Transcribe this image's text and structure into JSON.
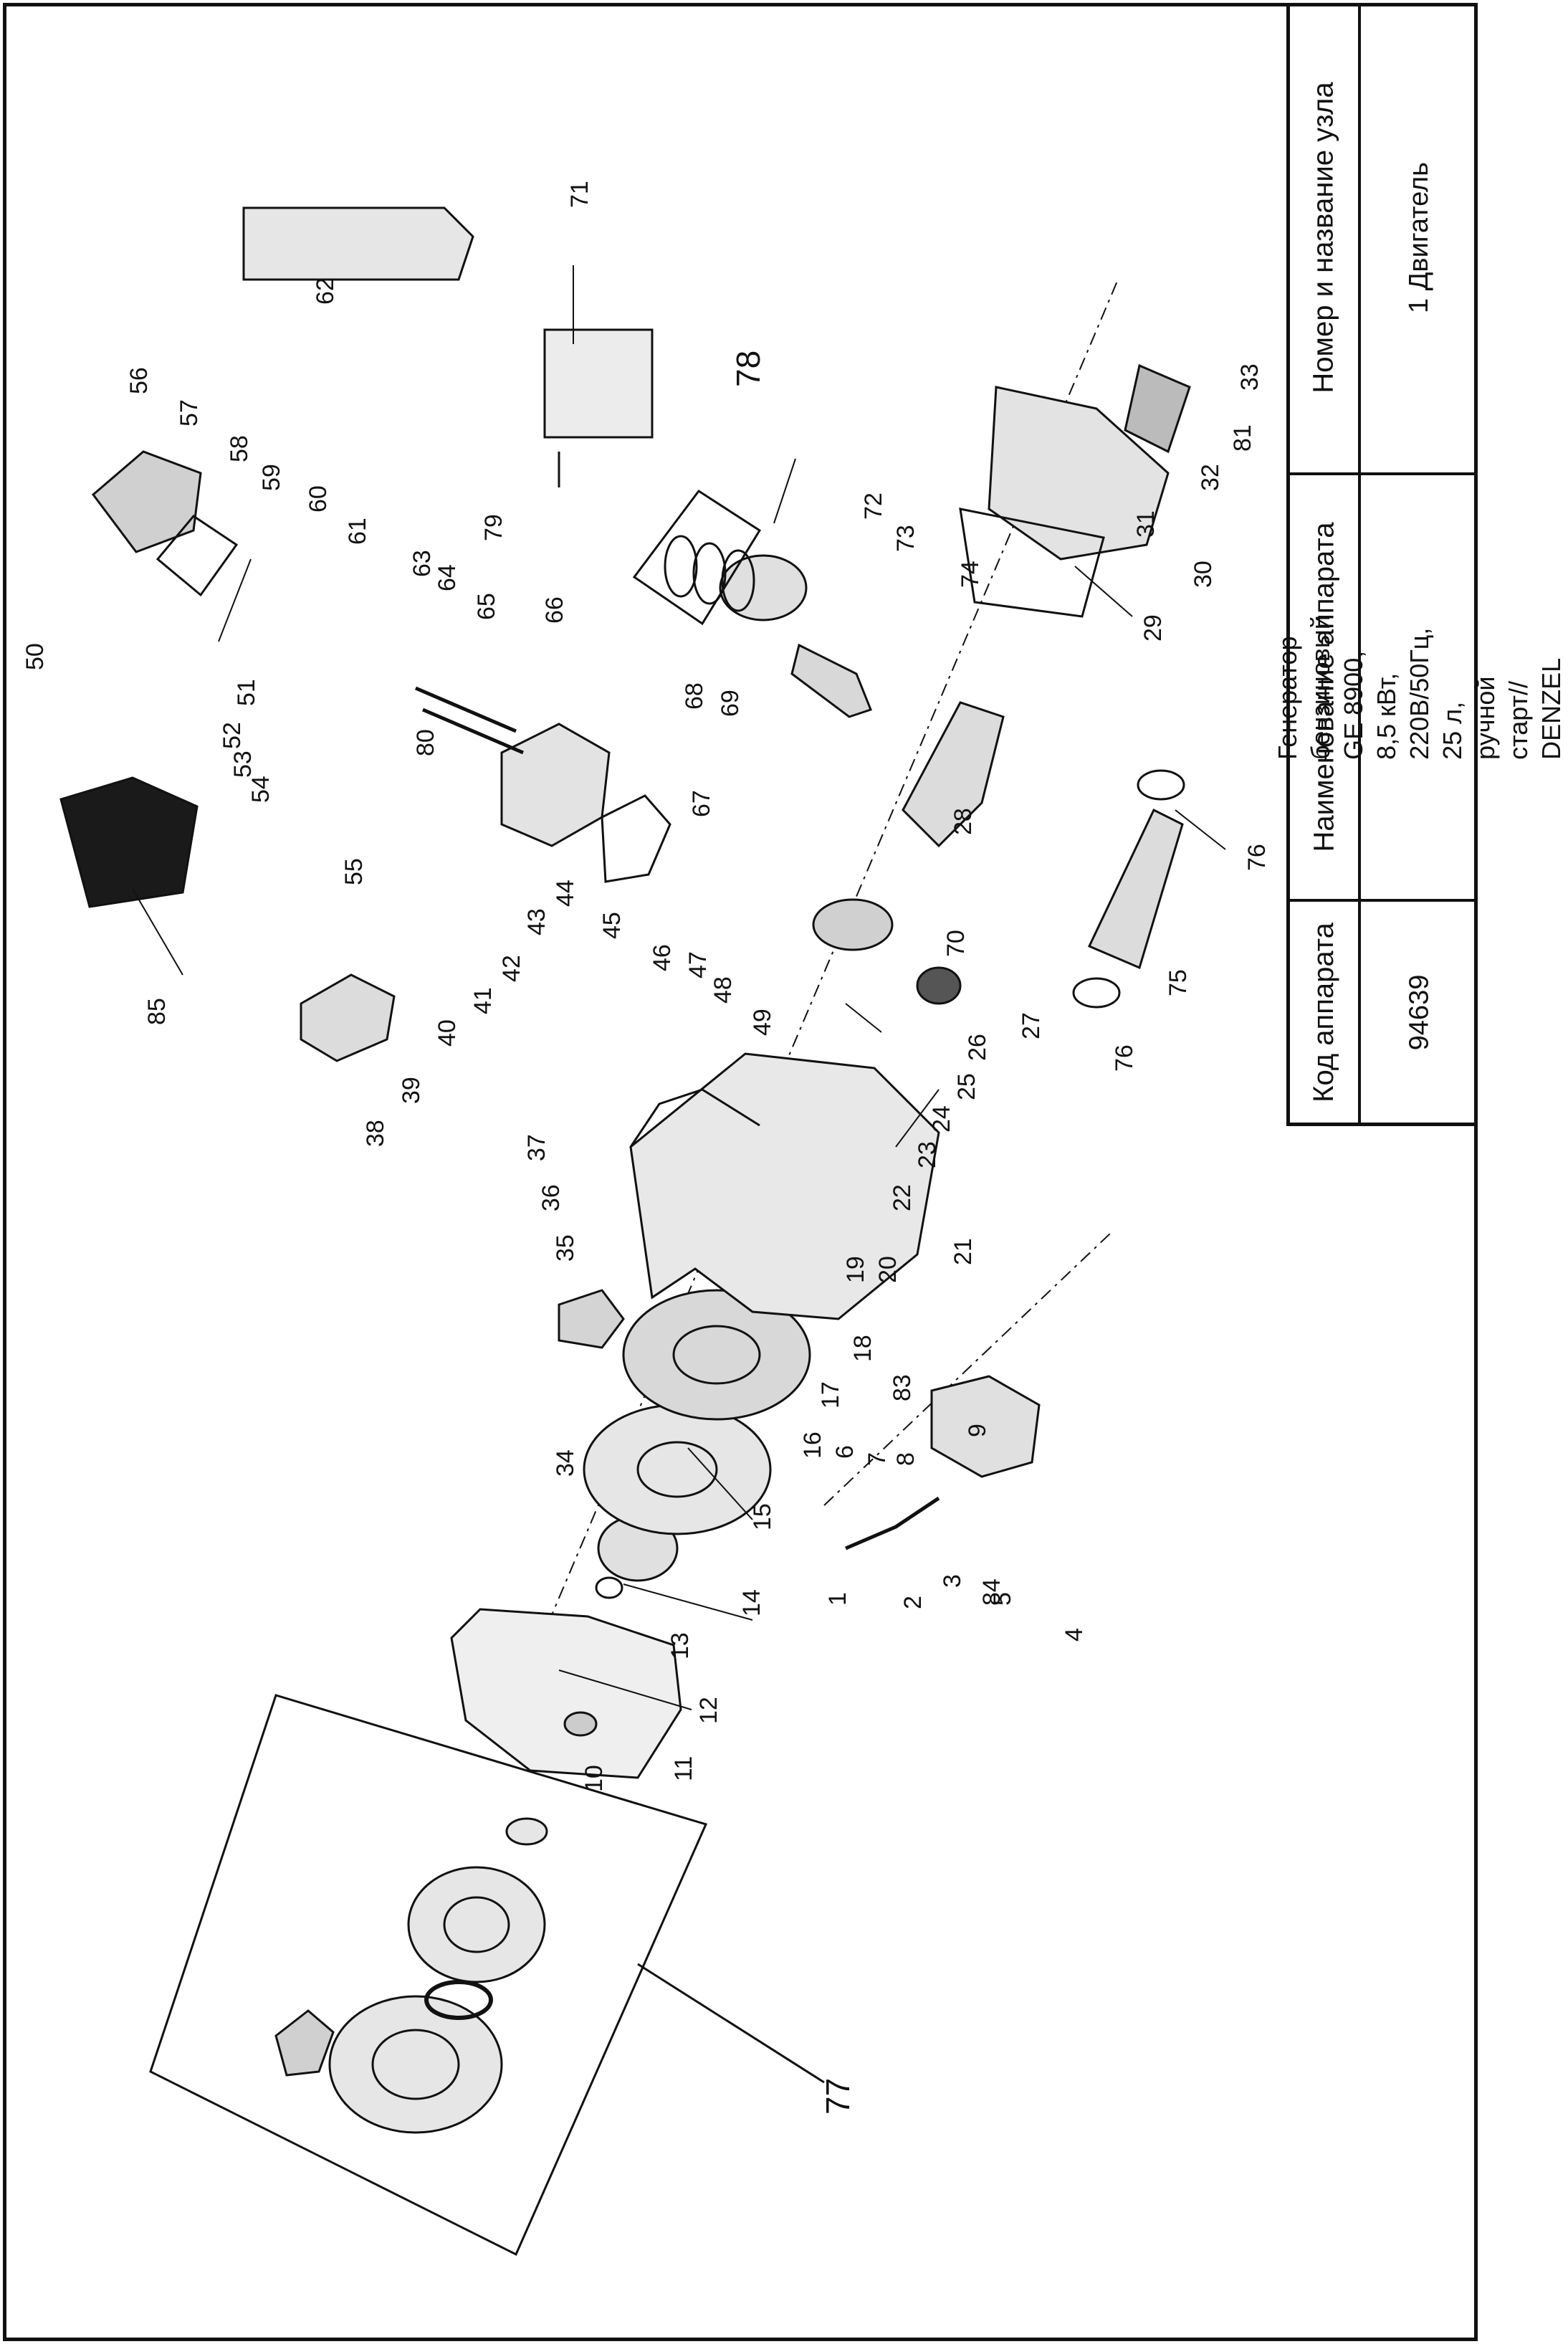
{
  "title_block": {
    "code_header": "Код аппарата",
    "code_value": "94639",
    "name_header": "Наименование аппарата",
    "name_value": "Генератор бензиновый GE 8900, 8,5 кВт, 220В/50Гц, 25 л, ручной старт// DENZEL",
    "node_header": "Номер и название узла",
    "node_value": "1 Двигатель"
  },
  "callouts": [
    "1",
    "2",
    "3",
    "4",
    "5",
    "6",
    "7",
    "8",
    "9",
    "10",
    "11",
    "12",
    "13",
    "14",
    "15",
    "16",
    "17",
    "18",
    "19",
    "20",
    "21",
    "22",
    "23",
    "24",
    "25",
    "26",
    "27",
    "28",
    "29",
    "30",
    "31",
    "32",
    "33",
    "34",
    "35",
    "36",
    "37",
    "38",
    "39",
    "40",
    "41",
    "42",
    "43",
    "44",
    "45",
    "46",
    "47",
    "48",
    "49",
    "50",
    "51",
    "52",
    "53",
    "54",
    "55",
    "56",
    "57",
    "58",
    "59",
    "60",
    "61",
    "62",
    "63",
    "64",
    "65",
    "66",
    "67",
    "68",
    "69",
    "70",
    "71",
    "72",
    "73",
    "74",
    "75",
    "76",
    "77",
    "78",
    "79",
    "80",
    "81",
    "83",
    "84",
    "85"
  ],
  "extra_callouts": {
    "c76b": "76"
  },
  "colors": {
    "line": "#111111",
    "part_fill": "#e6e6e6",
    "part_dark": "#1a1a1a",
    "background": "#ffffff"
  }
}
